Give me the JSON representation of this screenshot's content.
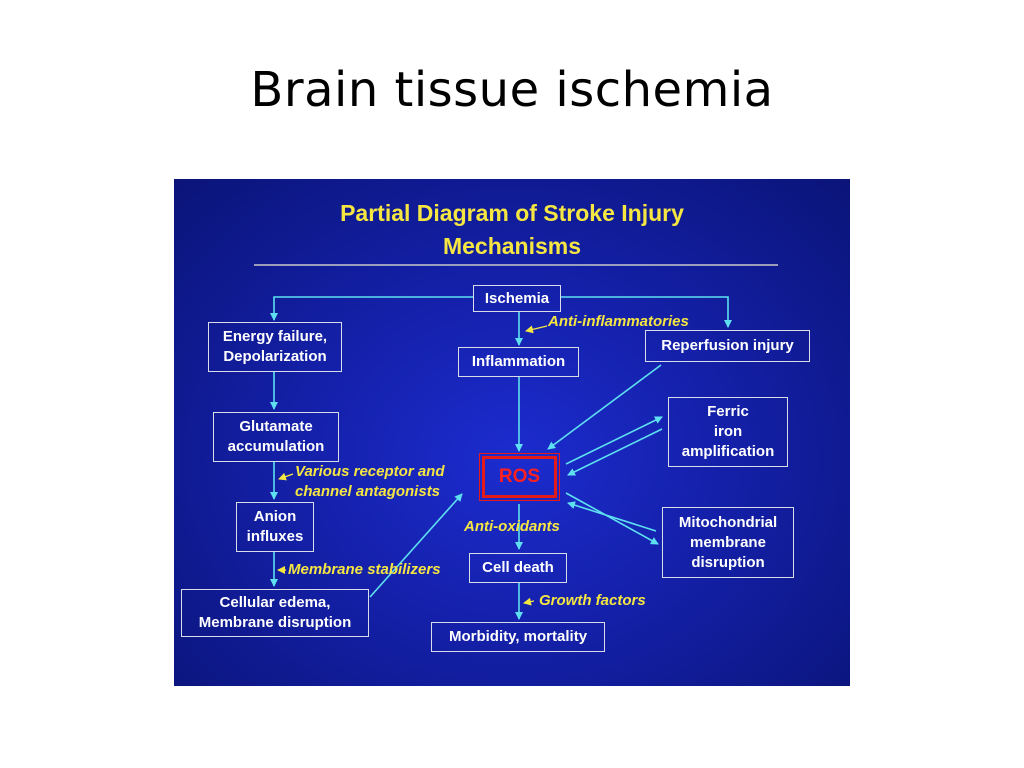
{
  "slide": {
    "title": "Brain tissue ischemia"
  },
  "diagram": {
    "title_line1": "Partial Diagram of Stroke Injury",
    "title_line2": "Mechanisms",
    "nodes": {
      "ischemia": "Ischemia",
      "energy_failure": "Energy failure,\nDepolarization",
      "inflammation": "Inflammation",
      "reperfusion": "Reperfusion injury",
      "glutamate": "Glutamate\naccumulation",
      "ferric": "Ferric\niron\namplification",
      "ros": "ROS",
      "anion": "Anion\ninfluxes",
      "mitochondrial": "Mitochondrial\nmembrane\ndisruption",
      "cell_death": "Cell death",
      "cellular_edema": "Cellular edema,\nMembrane disruption",
      "morbidity": "Morbidity, mortality"
    },
    "interventions": {
      "anti_inflammatories": "Anti-inflammatories",
      "receptor_antagonists": "Various receptor and\nchannel antagonists",
      "anti_oxidants": "Anti-oxidants",
      "membrane_stabilizers": "Membrane stabilizers",
      "growth_factors": "Growth factors"
    },
    "colors": {
      "background": "#1420a8",
      "title": "#f5e642",
      "arrow": "#5ee0f0",
      "ros": "#e21a1a",
      "node_border": "#d8dde8"
    }
  }
}
